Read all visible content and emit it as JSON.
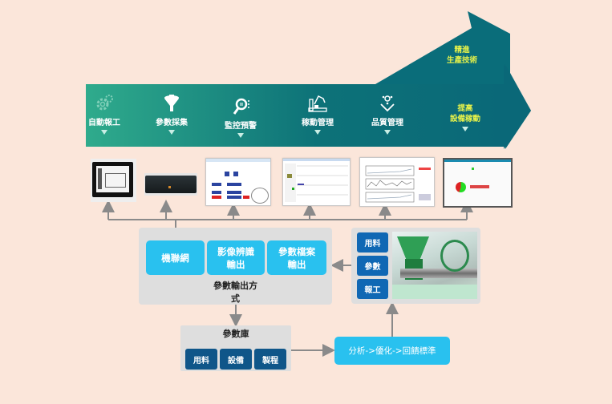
{
  "stages": [
    {
      "label": "自動報工",
      "icon": "gears-icon"
    },
    {
      "label": "參數採集",
      "icon": "funnel-icon"
    },
    {
      "label": "監控預警",
      "icon": "magnifier-icon"
    },
    {
      "label": "稼動管理",
      "icon": "robot-arm-icon"
    },
    {
      "label": "品質管理",
      "icon": "quality-icon"
    }
  ],
  "goals": {
    "upper": {
      "line1": "精進",
      "line2": "生產技術"
    },
    "lower": {
      "line1": "提高",
      "line2": "設備稼動"
    }
  },
  "screens": [
    {
      "name": "touch-panel-pc"
    },
    {
      "name": "industrial-box-pc"
    },
    {
      "name": "floor-layout-screen"
    },
    {
      "name": "parameter-trend-screen"
    },
    {
      "name": "quality-chart-screen"
    },
    {
      "name": "oee-dashboard-screen"
    }
  ],
  "output_panel": {
    "buttons": [
      "機聯網",
      "影像辨識\n輸出",
      "參數檔案\n輸出"
    ],
    "caption_line1": "參數輸出方",
    "caption_line2": "式"
  },
  "machine_panel": {
    "buttons": [
      "用料",
      "參數",
      "報工"
    ]
  },
  "database_panel": {
    "title": "參數庫",
    "buttons": [
      "用料",
      "設備",
      "製程"
    ]
  },
  "analysis_box": {
    "label": "分析->優化->回饋標準"
  },
  "colors": {
    "background": "#fbe6da",
    "arrow_start": "#2aa88a",
    "arrow_end": "#0a6878",
    "goal_text": "#e6f24a",
    "cyan_button": "#29c1ef",
    "dark_button": "#0f5689",
    "blue_button": "#1068b4",
    "connector": "#8a8a8a"
  }
}
